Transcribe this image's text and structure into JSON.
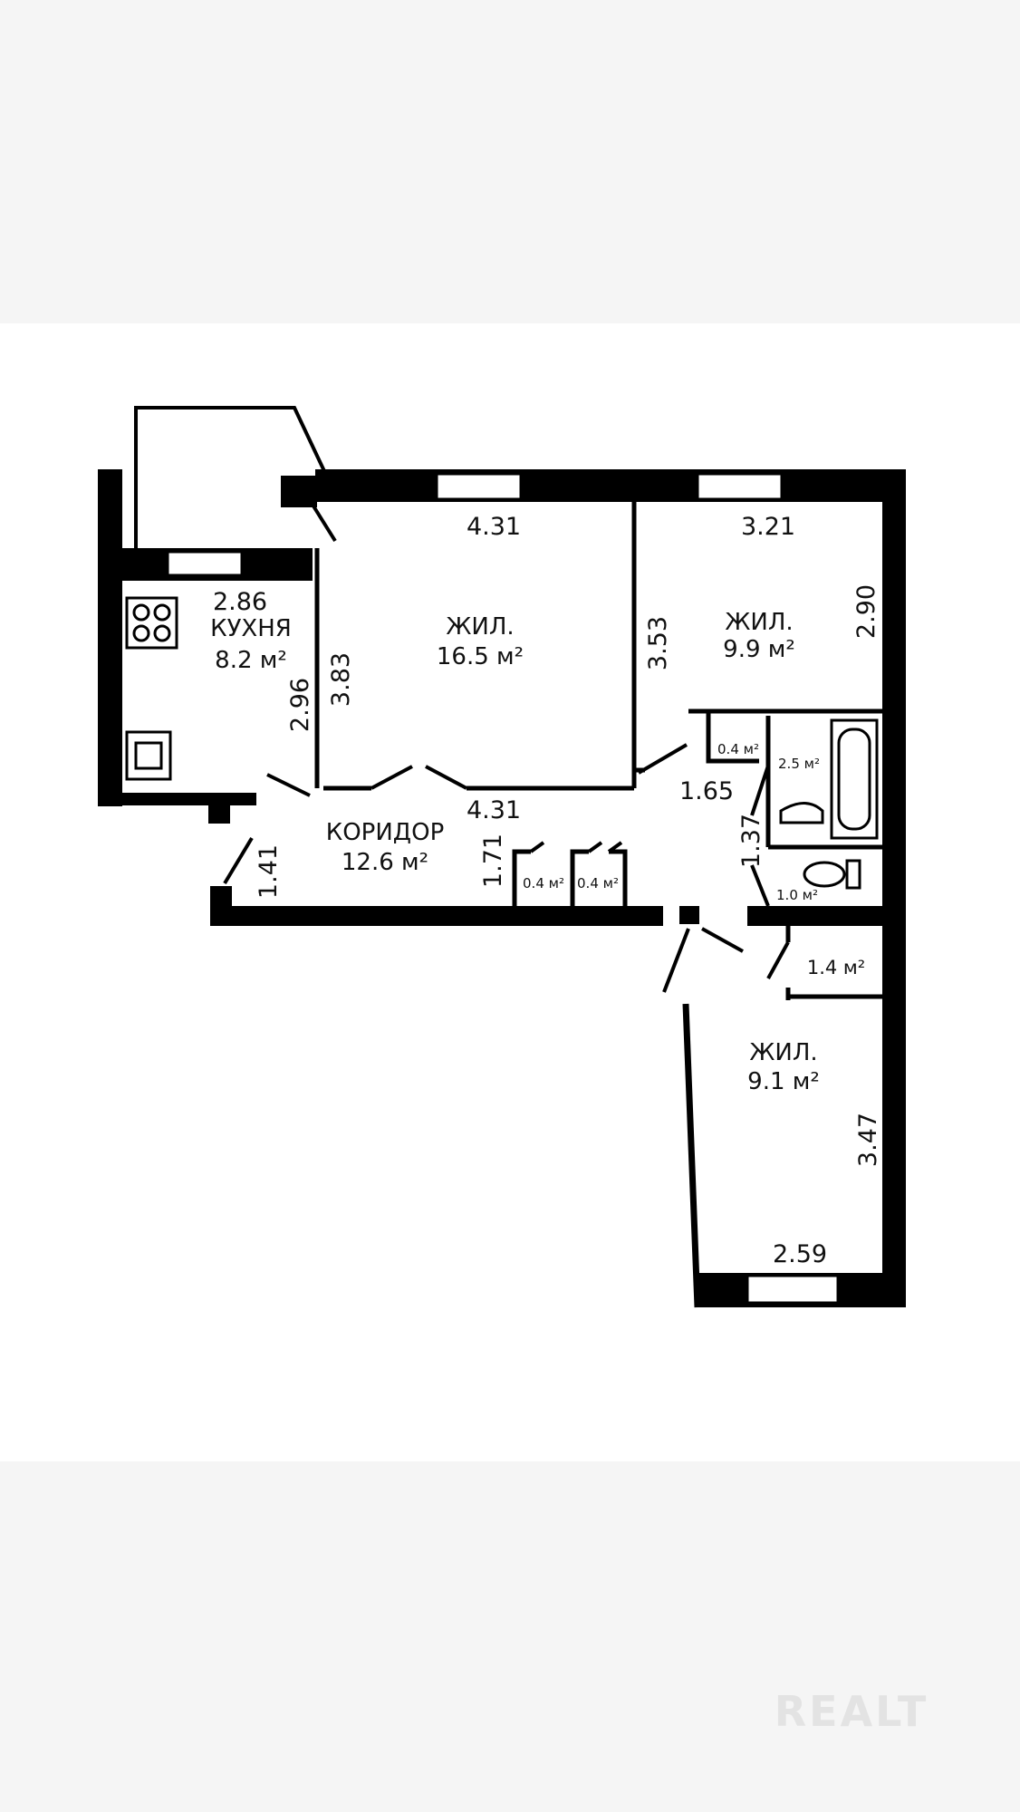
{
  "rooms": {
    "kitchen": {
      "name": "КУХНЯ",
      "area": "8.2 м²"
    },
    "living_1": {
      "name": "ЖИЛ.",
      "area": "16.5 м²"
    },
    "living_2": {
      "name": "ЖИЛ.",
      "area": "9.9 м²"
    },
    "living_3": {
      "name": "ЖИЛ.",
      "area": "9.1 м²"
    },
    "corridor": {
      "name": "КОРИДОР",
      "area": "12.6 м²"
    },
    "closet_1": {
      "area": "0.4 м²"
    },
    "closet_2": {
      "area": "0.4 м²"
    },
    "closet_3": {
      "area": "0.4 м²"
    },
    "bathroom": {
      "area": "2.5 м²"
    },
    "toilet": {
      "area": "1.0 м²"
    },
    "storage": {
      "area": "1.4 м²"
    }
  },
  "dimensions": {
    "kitchen_width": "2.86",
    "kitchen_depth": "2.96",
    "living1_width_top": "4.31",
    "living1_depth": "3.83",
    "living1_width_bottom": "4.31",
    "living2_width": "3.21",
    "living2_depth_left": "3.53",
    "living2_depth_right": "2.90",
    "corridor_left": "1.41",
    "corridor_closets": "1.71",
    "hall_width": "1.65",
    "bath_depth": "1.37",
    "living3_depth": "3.47",
    "living3_width": "2.59"
  },
  "watermark": "REALT",
  "colors": {
    "wall": "#000000",
    "background": "#ffffff",
    "band": "#f5f5f5"
  }
}
